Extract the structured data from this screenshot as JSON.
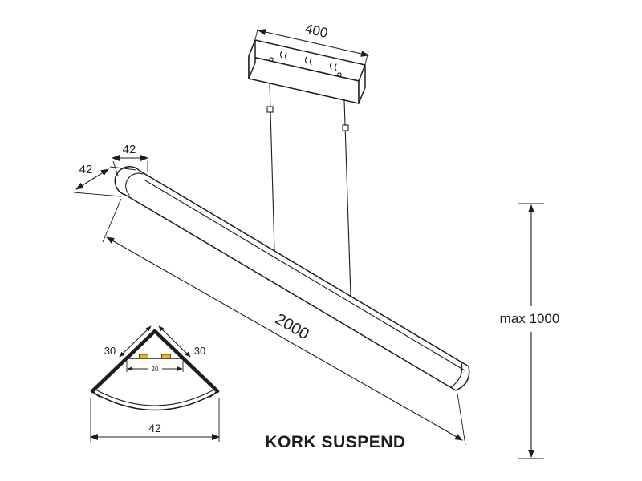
{
  "title": "KORK SUSPEND",
  "colors": {
    "line": "#1d1d1b",
    "led": "#f6b40e"
  },
  "dims": {
    "canopy_length": "400",
    "profile_width_top": "42",
    "profile_depth_side": "42",
    "fixture_length": "2000",
    "suspension_max": "max 1000",
    "section_wall_left": "30",
    "section_wall_right": "30",
    "section_led_width": "20",
    "section_width": "42"
  }
}
